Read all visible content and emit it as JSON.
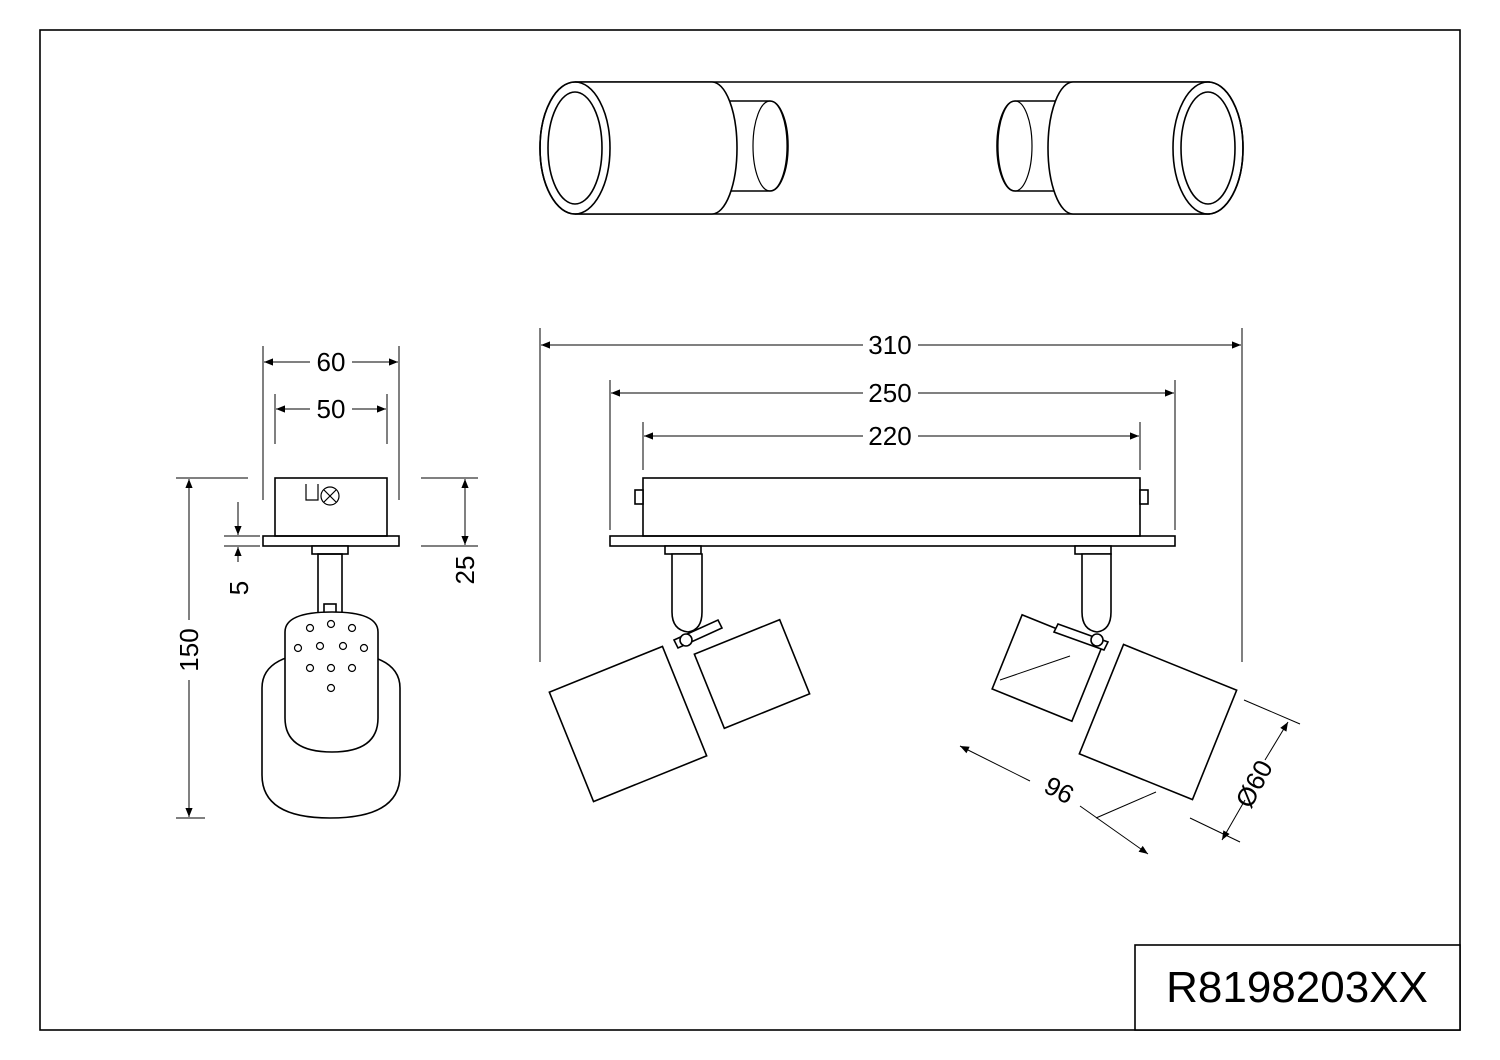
{
  "drawing": {
    "part_number": "R8198203XX",
    "dimensions": {
      "overall_length": "310",
      "plate_length": "250",
      "hole_spacing": "220",
      "plate_width": "60",
      "base_width": "50",
      "overall_height": "150",
      "base_height": "25",
      "plate_thickness": "5",
      "shade_length": "96",
      "shade_diameter": "Ø60"
    }
  }
}
